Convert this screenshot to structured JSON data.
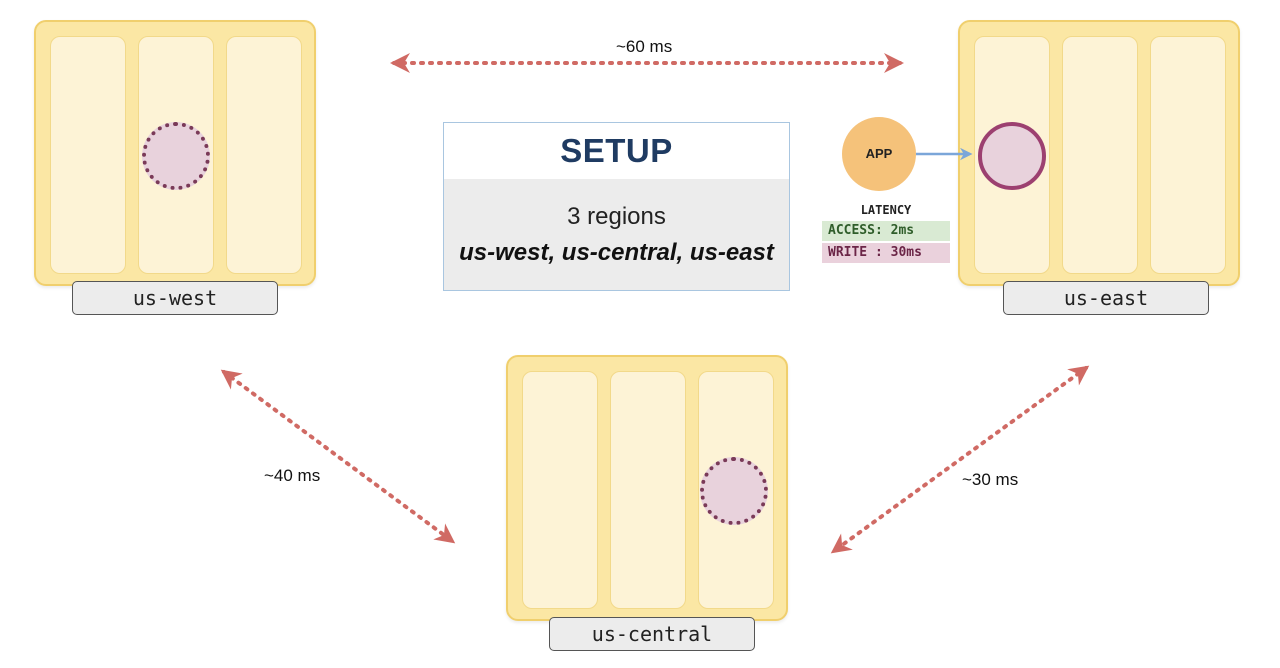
{
  "setup": {
    "title": "SETUP",
    "region_count": "3 regions",
    "region_names": "us-west, us-central, us-east"
  },
  "regions": {
    "west": {
      "label": "us-west"
    },
    "east": {
      "label": "us-east"
    },
    "central": {
      "label": "us-central"
    }
  },
  "app": {
    "label": "APP",
    "latency_title": "LATENCY",
    "access": "ACCESS: 2ms",
    "write": "WRITE : 30ms"
  },
  "links": {
    "west_east": "~60 ms",
    "west_central": "~40 ms",
    "east_central": "~30 ms"
  },
  "colors": {
    "region_fill": "#fbe7a4",
    "replica_fill": "#e8d2dc",
    "leader_border": "#9c4070",
    "link_color": "#d06a64",
    "app_fill": "#f5c27a",
    "arrow_blue": "#7ba6d9"
  }
}
